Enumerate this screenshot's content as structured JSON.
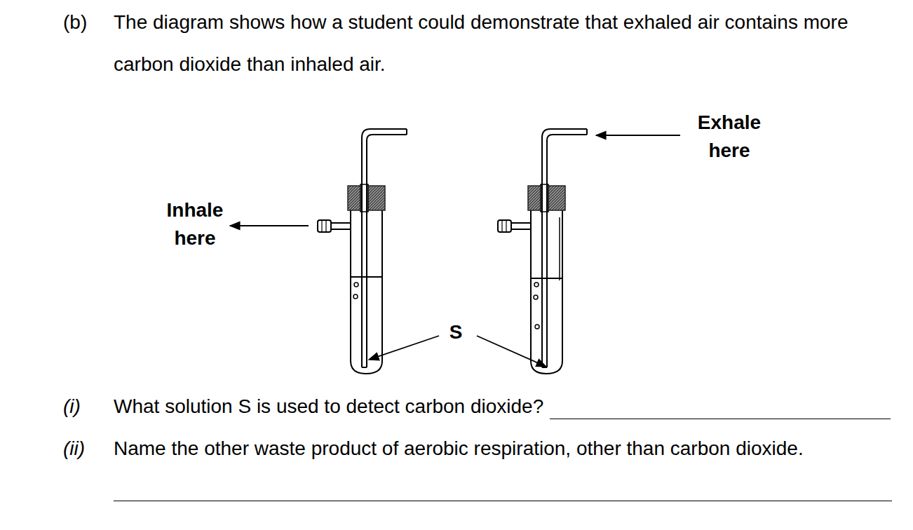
{
  "diagram": {
    "labels": [
      "(b)",
      "The diagram shows how a student could demonstrate that exhaled air contains more carbon dioxide than inhaled air.",
      "Inhale here",
      "Exhale here",
      "S",
      "(i)",
      "What solution S is used to detect carbon dioxide?",
      "(ii)",
      "Name the other waste product of aerobic respiration, other than carbon dioxide."
    ]
  }
}
